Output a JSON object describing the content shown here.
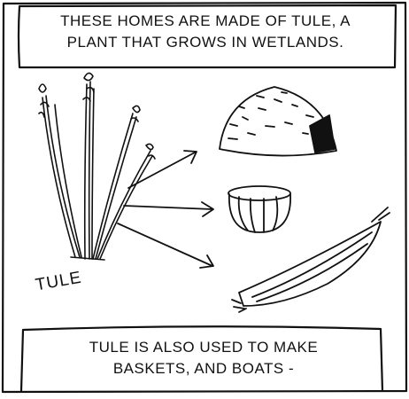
{
  "top_caption": {
    "line1": "THESE HOMES ARE MADE OF TULE, A",
    "line2": "PLANT THAT GROWS IN WETLANDS."
  },
  "plant_label": "TULE",
  "bottom_caption": {
    "line1": "TULE IS ALSO USED TO MAKE",
    "line2": "BASKETS, AND BOATS -"
  },
  "illustrations": {
    "plant": "tule-plant-drawing",
    "house": "tule-house-drawing",
    "basket": "tule-basket-drawing",
    "boat": "tule-boat-drawing"
  },
  "colors": {
    "ink": "#111111",
    "paper": "#ffffff"
  }
}
